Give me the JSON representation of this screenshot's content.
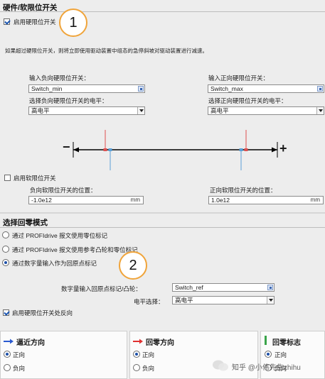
{
  "hw": {
    "title": "硬件/软限位开关",
    "enable_hw_label": "启用硬限位开关",
    "desc": "如果超过硬限位开关，则将立即使用驱动装置中组态的急停斜坡对驱动装置进行减速。",
    "neg_input_label": "输入负向硬限位开关：",
    "neg_input_value": "Switch_min",
    "pos_input_label": "输入正向硬限位开关：",
    "pos_input_value": "Switch_max",
    "neg_level_label": "选择负向硬限位开关的电平：",
    "neg_level_value": "高电平",
    "pos_level_label": "选择正向硬限位开关的电平：",
    "pos_level_value": "高电平",
    "minus": "−",
    "plus": "+",
    "badge": "1"
  },
  "sw": {
    "enable_sw_label": "启用软限位开关",
    "neg_pos_label": "负向软限位开关的位置：",
    "neg_pos_value": "-1.0e12",
    "neg_unit": "mm",
    "pos_pos_label": "正向软限位开关的位置：",
    "pos_pos_value": "1.0e12",
    "pos_unit": "mm"
  },
  "homing": {
    "title": "选择回零模式",
    "option1": "通过 PROFIdrive 报文使用零位标记",
    "option2": "通过 PROFIdrive 报文使用参考凸轮和零位标记",
    "option3": "通过数字量输入作为回原点标记",
    "badge": "2",
    "cam_label": "数字量输入回原点标记/凸轮：",
    "cam_value": "Switch_ref",
    "level_label": "电平选择：",
    "level_value": "高电平",
    "reverse_label": "启用硬限位开关处反向"
  },
  "panels": {
    "approach": {
      "title": "逼近方向",
      "pos": "正向",
      "neg": "负向"
    },
    "homing_dir": {
      "title": "回零方向",
      "pos": "正向",
      "neg": "负向"
    },
    "homing_flag": {
      "title": "回零标志",
      "pos": "正向",
      "neg": "负向"
    }
  },
  "watermark": "知乎 @小伟先生zhihu"
}
